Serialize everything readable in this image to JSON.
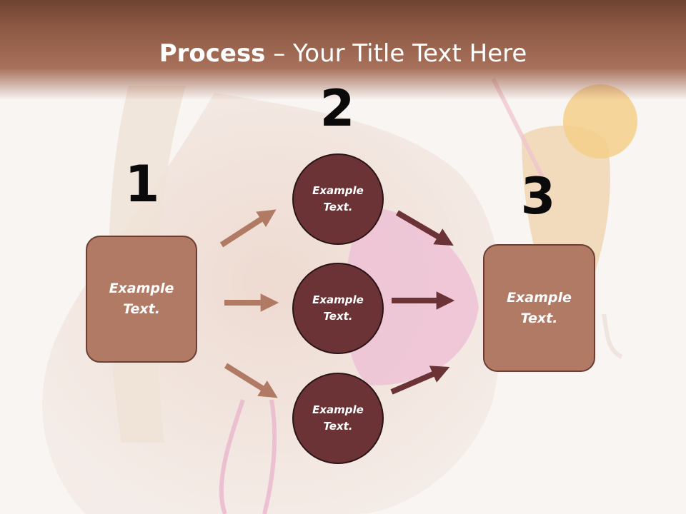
{
  "title": {
    "bold": "Process",
    "rest": " – Your Title Text Here"
  },
  "steps": [
    {
      "number": "1",
      "label": "Example Text."
    },
    {
      "number": "2"
    },
    {
      "number": "3",
      "label": "Example Text."
    }
  ],
  "circles": [
    {
      "label": "Example Text."
    },
    {
      "label": "Example Text."
    },
    {
      "label": "Example Text."
    }
  ],
  "colors": {
    "header": "#a7705a",
    "box": "#b07a64",
    "circle": "#6b3336",
    "arrow_light": "#b07a64",
    "arrow_dark": "#6b3336"
  }
}
